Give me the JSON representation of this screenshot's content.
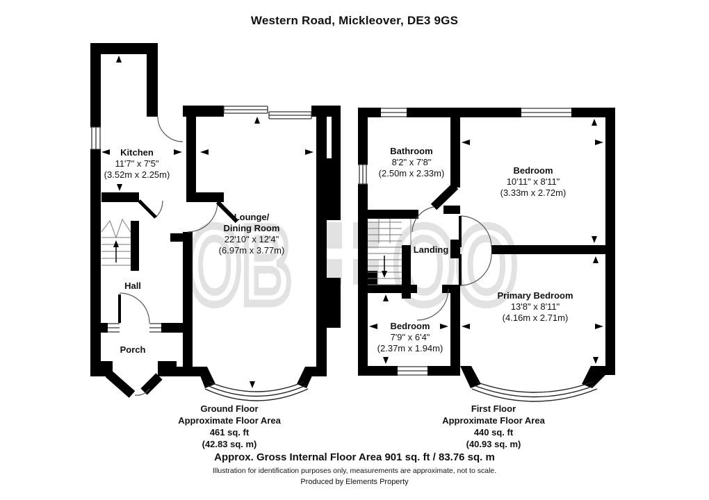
{
  "title": "Western Road, Mickleover, DE3 9GS",
  "watermark": {
    "left": "OB",
    "right": "OO",
    "color": "#e2e2e2"
  },
  "colors": {
    "walls": "#000000",
    "thin_lines": "#555555",
    "watermark": "#e2e2e2"
  },
  "floors": {
    "ground": {
      "caption": {
        "name": "Ground Floor",
        "area_label": "Approximate Floor Area",
        "area_ft": "461 sq. ft",
        "area_m": "(42.83 sq. m)"
      },
      "rooms": {
        "kitchen": {
          "name": "Kitchen",
          "imperial": "11'7\" x 7'5\"",
          "metric": "(3.52m x 2.25m)"
        },
        "lounge": {
          "name": "Lounge/\nDining Room",
          "imperial": "22'10\" x 12'4\"",
          "metric": "(6.97m x 3.77m)"
        },
        "hall": {
          "name": "Hall"
        },
        "porch": {
          "name": "Porch"
        }
      }
    },
    "first": {
      "caption": {
        "name": "First Floor",
        "area_label": "Approximate Floor Area",
        "area_ft": "440 sq. ft",
        "area_m": "(40.93 sq. m)"
      },
      "rooms": {
        "bathroom": {
          "name": "Bathroom",
          "imperial": "8'2\" x 7'8\"",
          "metric": "(2.50m x 2.33m)"
        },
        "bedroom1": {
          "name": "Bedroom",
          "imperial": "10'11\" x 8'11\"",
          "metric": "(3.33m x 2.72m)"
        },
        "landing": {
          "name": "Landing"
        },
        "bedroom2": {
          "name": "Bedroom",
          "imperial": "7'9\" x 6'4\"",
          "metric": "(2.37m x 1.94m)"
        },
        "primary": {
          "name": "Primary Bedroom",
          "imperial": "13'8\" x 8'11\"",
          "metric": "(4.16m x 2.71m)"
        }
      }
    }
  },
  "footer": {
    "gross_area": "Approx. Gross Internal Floor Area 901 sq. ft / 83.76 sq. m",
    "disclaimer": "Illustration for identification purposes only, measurements are approximate, not to scale.",
    "produced_by": "Produced by Elements Property"
  }
}
